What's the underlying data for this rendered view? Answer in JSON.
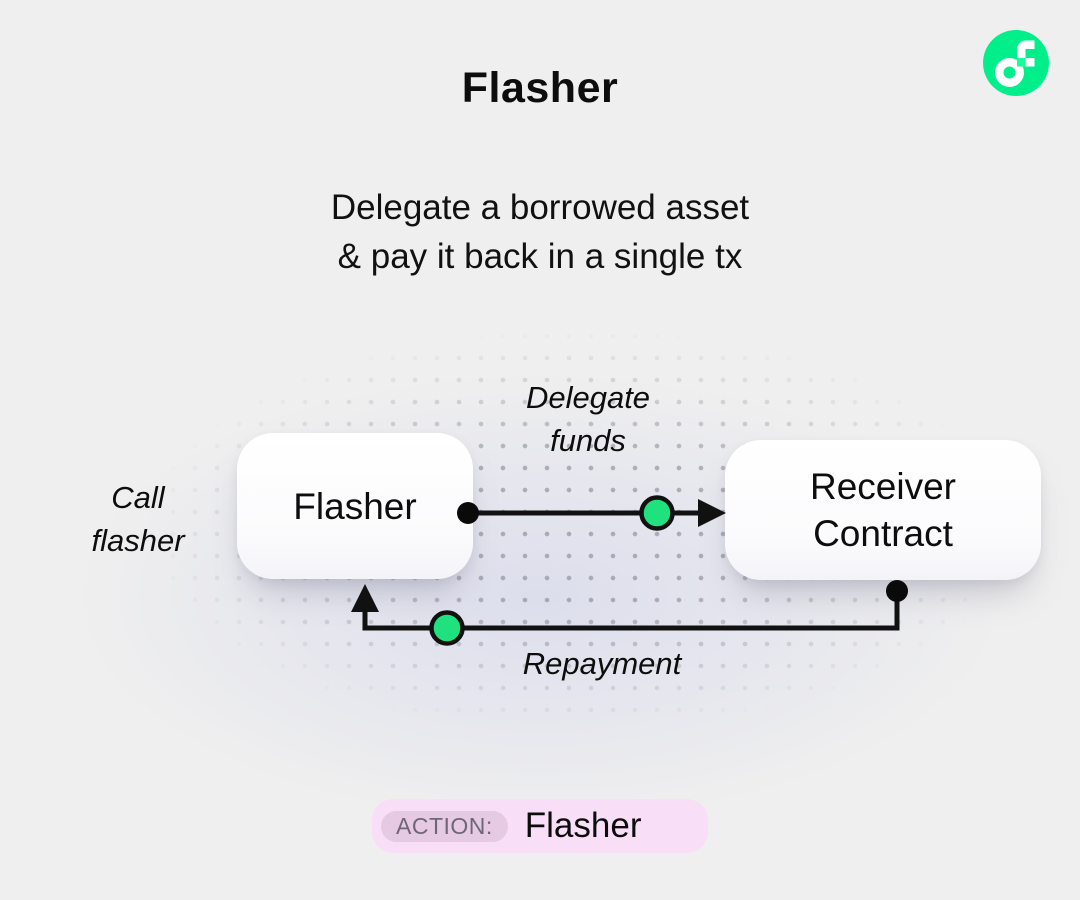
{
  "header": {
    "title": "Flasher",
    "subtitle_line1": "Delegate a borrowed asset",
    "subtitle_line2": "& pay it back in a single tx"
  },
  "logo": {
    "name": "flow-logo",
    "circle_color": "#00ef8b",
    "accent_square_color": "#16ff99"
  },
  "diagram": {
    "nodes": {
      "flasher": {
        "label": "Flasher"
      },
      "receiver": {
        "label_line1": "Receiver",
        "label_line2": "Contract"
      }
    },
    "edge_labels": {
      "delegate_line1": "Delegate",
      "delegate_line2": "funds",
      "repayment": "Repayment",
      "call_line1": "Call",
      "call_line2": "flasher"
    },
    "colors": {
      "line": "#111111",
      "node_dot": "#1fe27f",
      "endpoint_dot": "#0a0a0a"
    }
  },
  "footer": {
    "action_label": "ACTION:",
    "action_value": "Flasher",
    "badge_bg": "#f9def7",
    "chip_bg": "#e6c9e2",
    "chip_text_color": "#6e6876"
  }
}
